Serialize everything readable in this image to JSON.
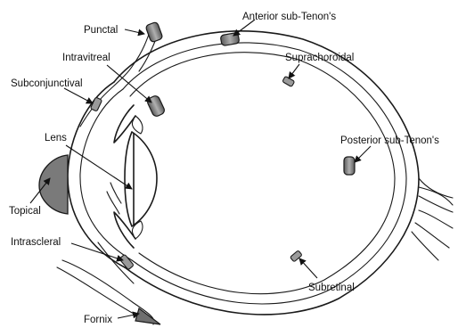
{
  "diagram": {
    "labels": {
      "punctal": "Punctal",
      "intravitreal": "Intravitreal",
      "subconjunctival": "Subconjunctival",
      "lens": "Lens",
      "topical": "Topical",
      "intrascleral": "Intrascleral",
      "fornix": "Fornix",
      "anterior_sub_tenons": "Anterior sub-Tenon's",
      "suprachoroidal": "Suprachoroidal",
      "posterior_sub_tenons": "Posterior sub-Tenon's",
      "subretinal": "Subretinal"
    },
    "colors": {
      "line": "#1a1a1a",
      "implant_fill": "#8a8a8a",
      "topical_drop": "#7a7a7a",
      "background": "#ffffff"
    }
  }
}
